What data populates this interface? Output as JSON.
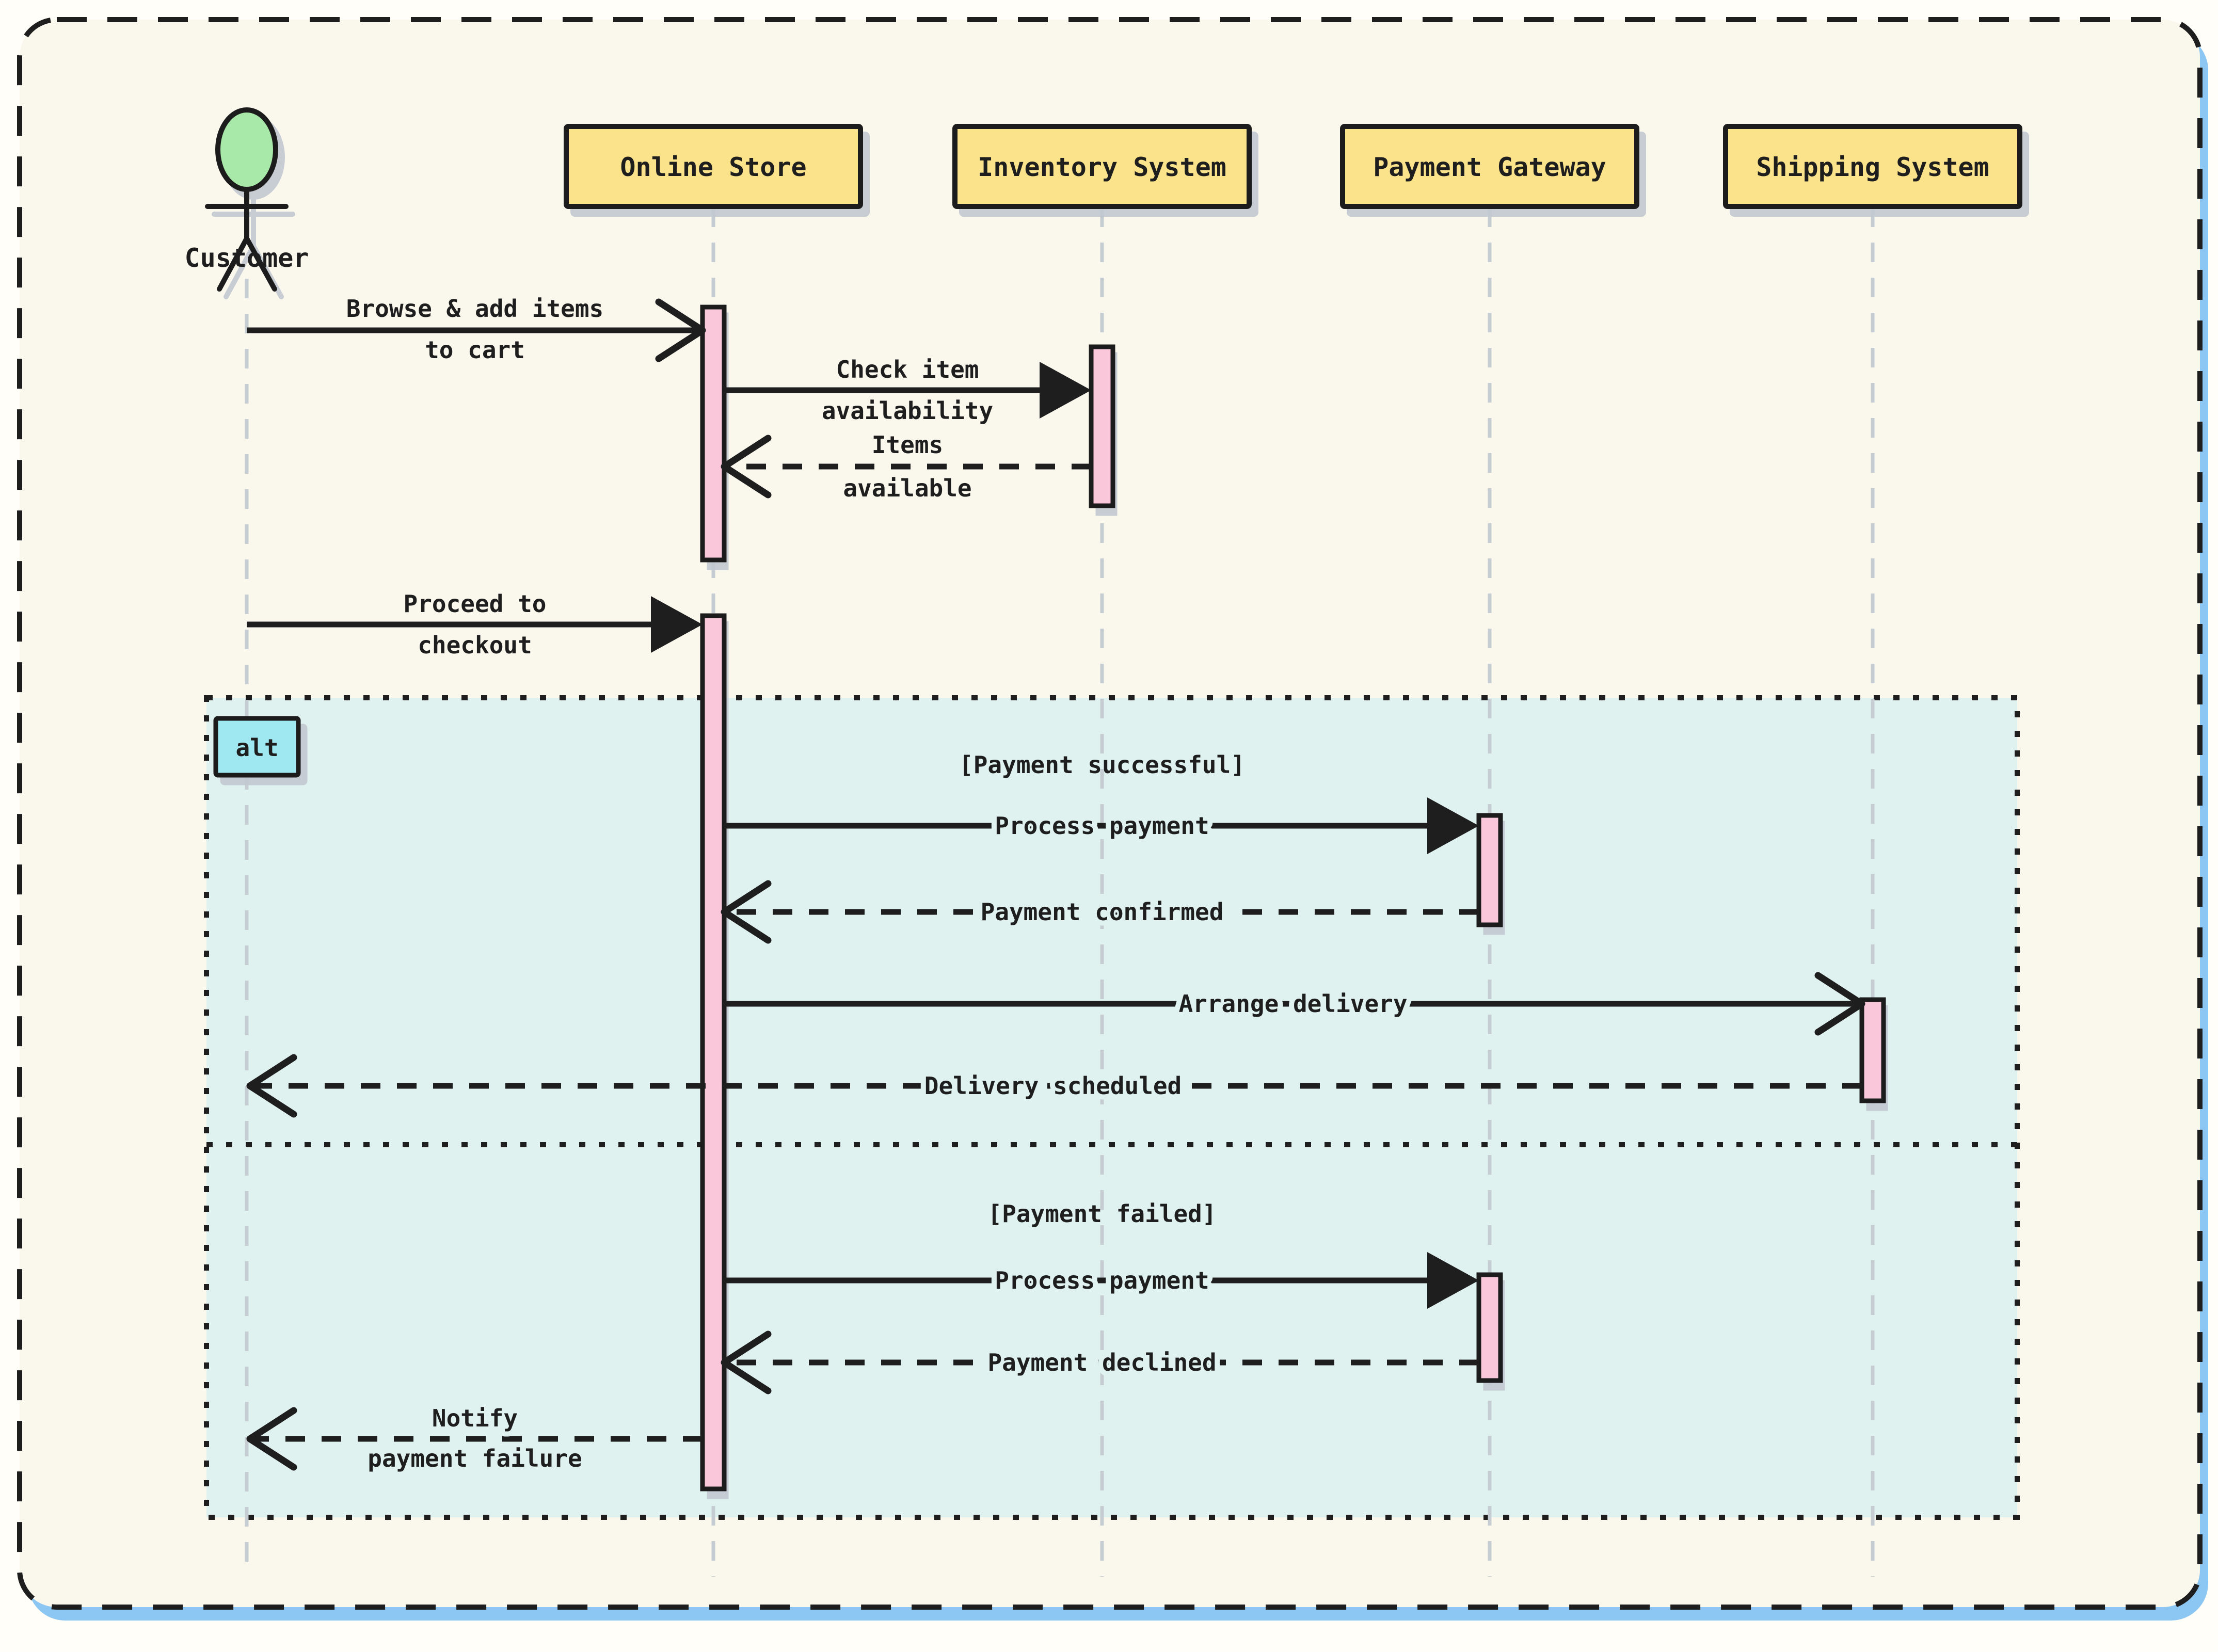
{
  "actor": {
    "label": "Customer"
  },
  "participants": [
    {
      "label": "Online Store"
    },
    {
      "label": "Inventory System"
    },
    {
      "label": "Payment Gateway"
    },
    {
      "label": "Shipping System"
    }
  ],
  "alt": {
    "label": "alt",
    "guard_success": "[Payment successful]",
    "guard_failed": "[Payment failed]"
  },
  "messages": {
    "browse": {
      "line1": "Browse & add items",
      "line2": "to cart"
    },
    "check": {
      "line1": "Check item",
      "line2": "availability"
    },
    "items": {
      "line1": "Items",
      "line2": "available"
    },
    "proceed": {
      "line1": "Proceed to",
      "line2": "checkout"
    },
    "process1": {
      "label": "Process payment"
    },
    "confirmed": {
      "label": "Payment confirmed"
    },
    "arrange": {
      "label": "Arrange delivery"
    },
    "scheduled": {
      "label": "Delivery scheduled"
    },
    "process2": {
      "label": "Process payment"
    },
    "declined": {
      "label": "Payment declined"
    },
    "notify": {
      "line1": "Notify",
      "line2": "payment failure"
    }
  },
  "colors": {
    "page_bg": "#FFFEF8",
    "frame_bg": "#FAF7ED",
    "ink": "#1E1E1E",
    "participant_fill": "#FAE38B",
    "actor_head_fill": "#A8E8A8",
    "activation_fill": "#FAC6D9",
    "alt_bg": "#DFF2F0",
    "alt_label_fill": "#9FE7F1",
    "lifeline": "#C5CDD2",
    "shadow": "#C2C8D0",
    "frame_shadow_blue": "#8CC6F2"
  }
}
